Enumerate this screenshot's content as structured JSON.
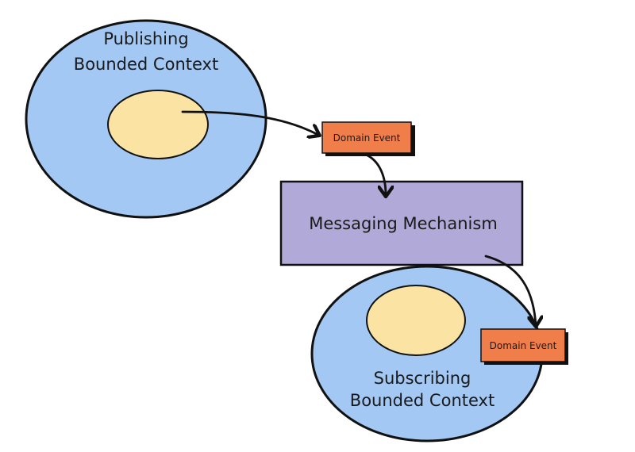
{
  "publisher": {
    "line1": "Publishing",
    "line2": "Bounded Context"
  },
  "published_event": {
    "label": "Domain Event"
  },
  "messaging": {
    "label": "Messaging Mechanism"
  },
  "subscriber": {
    "line1": "Subscribing",
    "line2": "Bounded Context"
  },
  "received_event": {
    "label": "Domain Event"
  },
  "colors": {
    "context_fill": "#a4c8f4",
    "aggregate_fill": "#fbe3a3",
    "event_fill": "#f07e4a",
    "messaging_fill": "#b1a9d8",
    "stroke": "#111111"
  }
}
